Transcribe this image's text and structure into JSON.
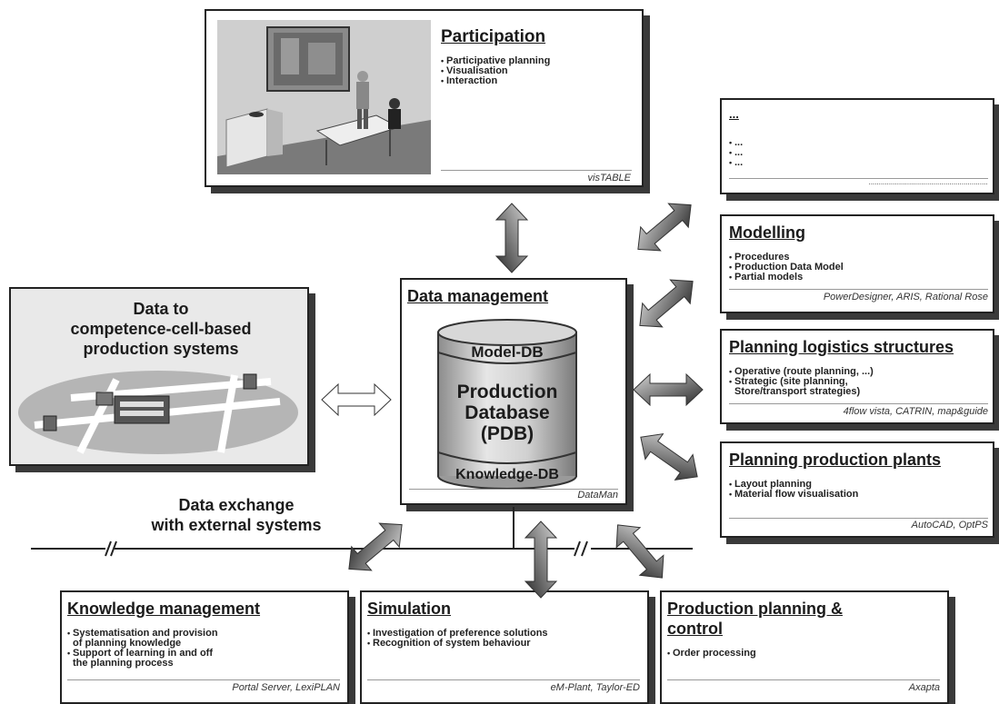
{
  "participation": {
    "title": "Participation",
    "items": [
      "Participative planning",
      "Visualisation",
      "Interaction"
    ],
    "tool": "visTABLE"
  },
  "other": {
    "title": "...",
    "items": [
      "...",
      "...",
      "..."
    ],
    "tool": "..........................................................."
  },
  "modelling": {
    "title": "Modelling",
    "items": [
      "Procedures",
      "Production Data Model",
      "Partial models"
    ],
    "tool": "PowerDesigner, ARIS, Rational Rose"
  },
  "logistics": {
    "title": "Planning logistics structures",
    "items": [
      "Operative (route planning, ...)",
      "Strategic (site planning,\nStore/transport strategies)"
    ],
    "tool": "4flow vista, CATRIN, map&guide"
  },
  "plants": {
    "title": "Planning production plants",
    "items": [
      "Layout planning",
      "Material flow visualisation"
    ],
    "tool": "AutoCAD, OptPS"
  },
  "data_management": {
    "title": "Data management",
    "model_db": "Model-DB",
    "pdb_line1": "Production",
    "pdb_line2": "Database",
    "pdb_line3": "(PDB)",
    "knowledge_db": "Knowledge-DB",
    "tool": "DataMan"
  },
  "competence": {
    "line1": "Data to",
    "line2": "competence-cell-based",
    "line3": "production systems"
  },
  "exchange": {
    "line1": "Data exchange",
    "line2": "with external systems"
  },
  "knowledge": {
    "title": "Knowledge management",
    "items": [
      "Systematisation and provision\nof planning knowledge",
      "Support of learning in and off\nthe planning process"
    ],
    "tool": "Portal Server, LexiPLAN"
  },
  "simulation": {
    "title": "Simulation",
    "items": [
      "Investigation of preference solutions",
      "Recognition of system behaviour"
    ],
    "tool": "eM-Plant, Taylor-ED"
  },
  "ppc": {
    "title_line1": "Production planning &",
    "title_line2": "control",
    "items": [
      "Order processing"
    ],
    "tool": "Axapta"
  }
}
